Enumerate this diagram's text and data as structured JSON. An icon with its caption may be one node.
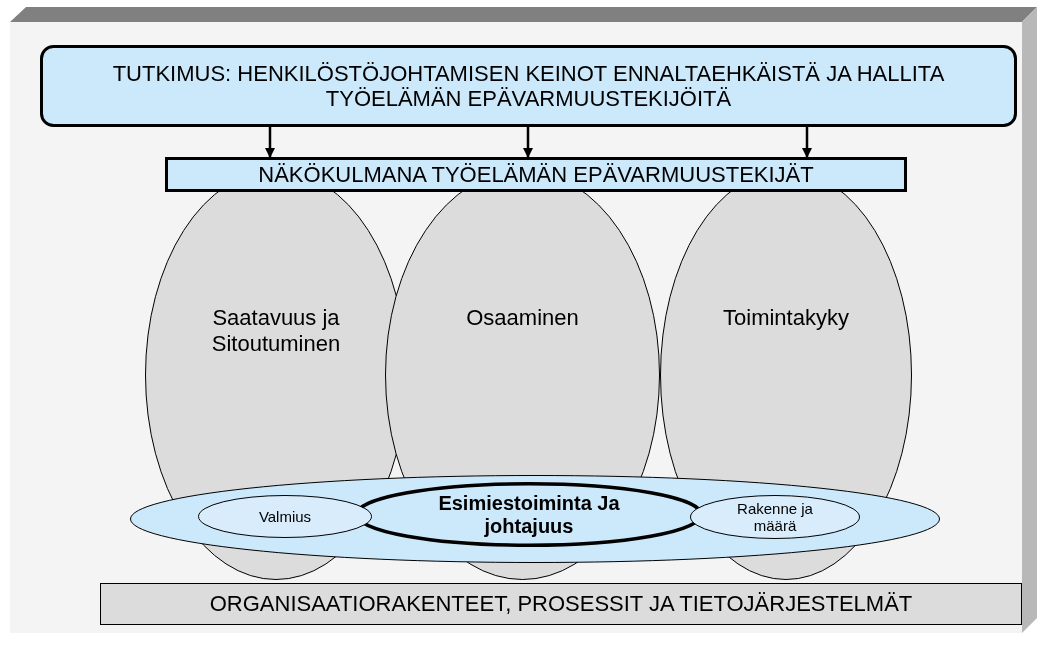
{
  "diagram": {
    "nodes": [
      {
        "text": [
          "TUTKIMUS: HENKILÖSTÖJOHTAMISEN KEINOT ENNALTAEHKÄISTÄ JA HALLITA TYÖELÄMÄN EPÄVARMUUSTEKIJÖITÄ"
        ]
      },
      {
        "text": [
          "NÄKÖKULMANA TYÖELÄMÄN EPÄVARMUUSTEKIJÄT"
        ]
      },
      {
        "text": [
          "Saatavuus ja Sitoutuminen"
        ]
      },
      {
        "text": [
          "Osaaminen"
        ]
      },
      {
        "text": [
          "Toimintakyky"
        ]
      },
      {
        "text": [],
        "shape": "ellipse"
      },
      {
        "text": [
          "Valmius"
        ]
      },
      {
        "text": [
          "Esimiestoiminta Ja johtajuus"
        ],
        "in": 5
      },
      {
        "text": [
          "Rakenne ja määrä"
        ]
      },
      {
        "text": [
          "ORGANISAATIORAKENTEET, PROSESSIT JA TIETOJÄRJESTELMÄT"
        ]
      }
    ],
    "edges": [
      {
        "from": 0,
        "to": 1,
        "arrow": "to"
      },
      {
        "from": 0,
        "to": 1,
        "arrow": "to"
      },
      {
        "from": 0,
        "to": 1,
        "arrow": "to"
      }
    ]
  }
}
